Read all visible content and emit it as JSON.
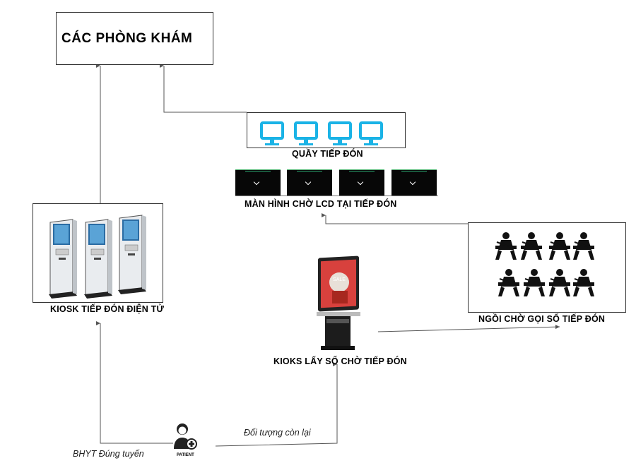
{
  "clinics": {
    "title": "CÁC PHÒNG KHÁM"
  },
  "reception_desk": {
    "label": "QUẦY TIẾP ĐÓN",
    "monitor_count": 4,
    "monitor_color": "#1ab3e6"
  },
  "lcd_screens": {
    "label": "MÀN HÌNH CHỜ LCD TẠI TIẾP ĐÓN",
    "screen_count": 4
  },
  "kiosk_electronic": {
    "label": "KIOSK TIẾP ĐÓN ĐIỆN TỬ"
  },
  "waiting_area": {
    "label": "NGỒI CHỜ GỌI SỐ TIẾP ĐÓN"
  },
  "ticket_kiosk": {
    "label": "KIOKS LẤY SỐ CHỜ TIẾP ĐÓN"
  },
  "patient": {
    "caption": "PATIENT"
  },
  "paths": {
    "insured": "BHYT Đúng tuyến",
    "others": "Đối tượng còn lại"
  }
}
